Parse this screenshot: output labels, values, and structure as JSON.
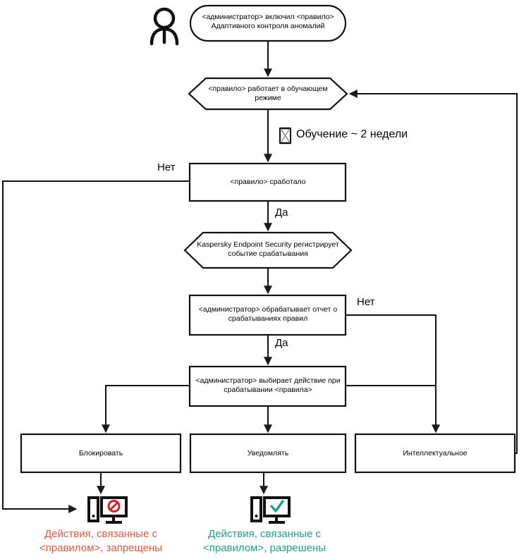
{
  "diagram": {
    "title": "Adaptive Anomaly Control rule workflow",
    "colors": {
      "stroke": "#1a1a1a",
      "text": "#000000",
      "blocked": "#e8563f",
      "allowed": "#1f9e8c",
      "prohibit_icon": "#d62027",
      "check_icon": "#1aa08c"
    },
    "actor": {
      "icon": "person-icon",
      "name": "administrator"
    },
    "nodes": {
      "start": {
        "shape": "rounded",
        "text": "<администратор> включил <правило>\nАдаптивного контроля аномалий"
      },
      "learning_mode": {
        "shape": "hexagon",
        "text": "<правило>  работает в обучающем\nрежиме"
      },
      "rule_triggered": {
        "shape": "rectangle",
        "text": "<правило> сработало"
      },
      "kes_registers": {
        "shape": "hexagon",
        "text": "Kaspersky Endpoint Security регистрирует\nсобытие срабатывания"
      },
      "admin_report": {
        "shape": "rectangle",
        "text": "<администратор> обрабатывает отчет о\nсрабатываниях правил"
      },
      "admin_action": {
        "shape": "rectangle",
        "text": "<администратор> выбирает действие при\nсрабатывании <правила>"
      },
      "block": {
        "shape": "rectangle",
        "text": "Блокировать"
      },
      "notify": {
        "shape": "rectangle",
        "text": "Уведомлять"
      },
      "smart": {
        "shape": "rectangle",
        "text": "Интеллектуальное"
      }
    },
    "edge_labels": {
      "no_triggered": "Нет",
      "yes_triggered": "Да",
      "no_report": "Нет",
      "yes_report": "Да"
    },
    "notes": {
      "training": {
        "icon": "hourglass-icon",
        "text": "Обучение ~ 2 недели"
      }
    },
    "outcomes": {
      "blocked": {
        "icon": "monitor-prohibited-icon",
        "text": "Действия, связанные с\n<правилом>, запрещены"
      },
      "allowed": {
        "icon": "monitor-check-icon",
        "text": "Действия, связанные с\n<правилом>, разрешены"
      }
    }
  }
}
